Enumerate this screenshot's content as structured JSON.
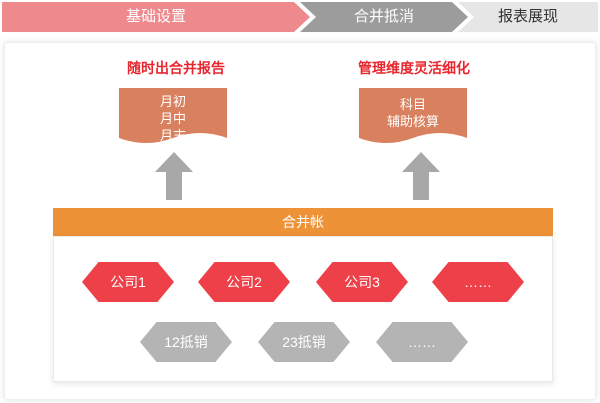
{
  "steps": [
    "基础设置",
    "合并抵消",
    "报表展现"
  ],
  "left_column": {
    "title": "随时出合并报告",
    "doc_lines": [
      "月初",
      "月中",
      "月末"
    ]
  },
  "right_column": {
    "title": "管理维度灵活细化",
    "doc_lines": [
      "科目",
      "辅助核算"
    ]
  },
  "ledger": {
    "label": "合并帐"
  },
  "companies": [
    "公司1",
    "公司2",
    "公司3",
    "……"
  ],
  "eliminations": [
    "12抵销",
    "23抵销",
    "……"
  ],
  "colors": {
    "step_active": "#ee8a8e",
    "step_current": "#9c9c9c",
    "step_pending": "#e6e6e6",
    "title_red": "#e8262e",
    "doc_fill": "#d9805f",
    "ledger": "#ee9238",
    "company": "#ee4048",
    "elimination": "#b4b4b4",
    "arrow": "#a8a8a8"
  }
}
